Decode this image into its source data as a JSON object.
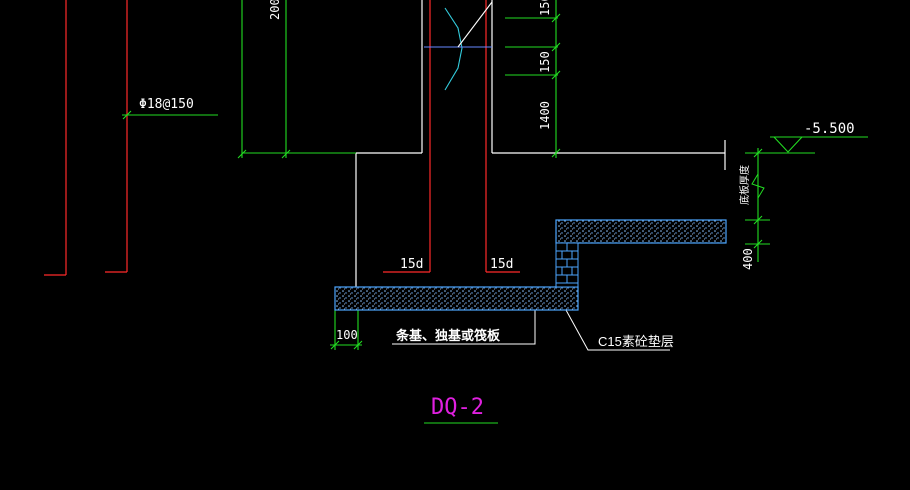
{
  "drawing": {
    "title": "DQ-2",
    "rebar_label": "Φ18@150",
    "dims": {
      "d200": "200",
      "d150a": "150",
      "d150b": "150",
      "d1400": "1400",
      "d400": "400",
      "d100": "100"
    },
    "anchor_left": "15d",
    "anchor_right": "15d",
    "elevation": "-5.500",
    "cushion_label": "C15素砼垫层",
    "foundation_label": "条基、独基或筏板",
    "depth_note": "底板厚度"
  },
  "colors": {
    "background": "#000000",
    "rebar": "#ff2a2a",
    "dimension": "#22dd22",
    "outline": "#ffffff",
    "cushion": "#4da6ff",
    "title": "#e020e0",
    "cyan": "#33ccdd"
  }
}
